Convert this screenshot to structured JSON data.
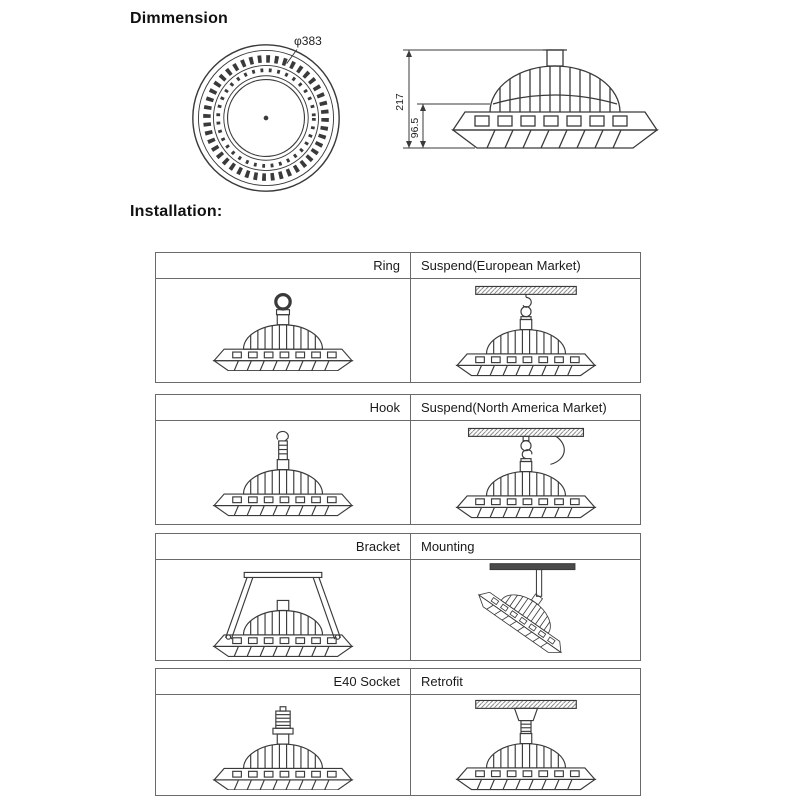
{
  "headings": {
    "dimension": "Dimmension",
    "installation": "Installation:"
  },
  "dimension_drawing": {
    "diameter_label": "φ383",
    "total_height": "217",
    "body_height": "96.5"
  },
  "installation_rows": [
    {
      "mount": "Ring",
      "method": "Suspend(European Market)"
    },
    {
      "mount": "Hook",
      "method": "Suspend(North America Market)"
    },
    {
      "mount": "Bracket",
      "method": "Mounting"
    },
    {
      "mount": "E40 Socket",
      "method": "Retrofit"
    }
  ]
}
